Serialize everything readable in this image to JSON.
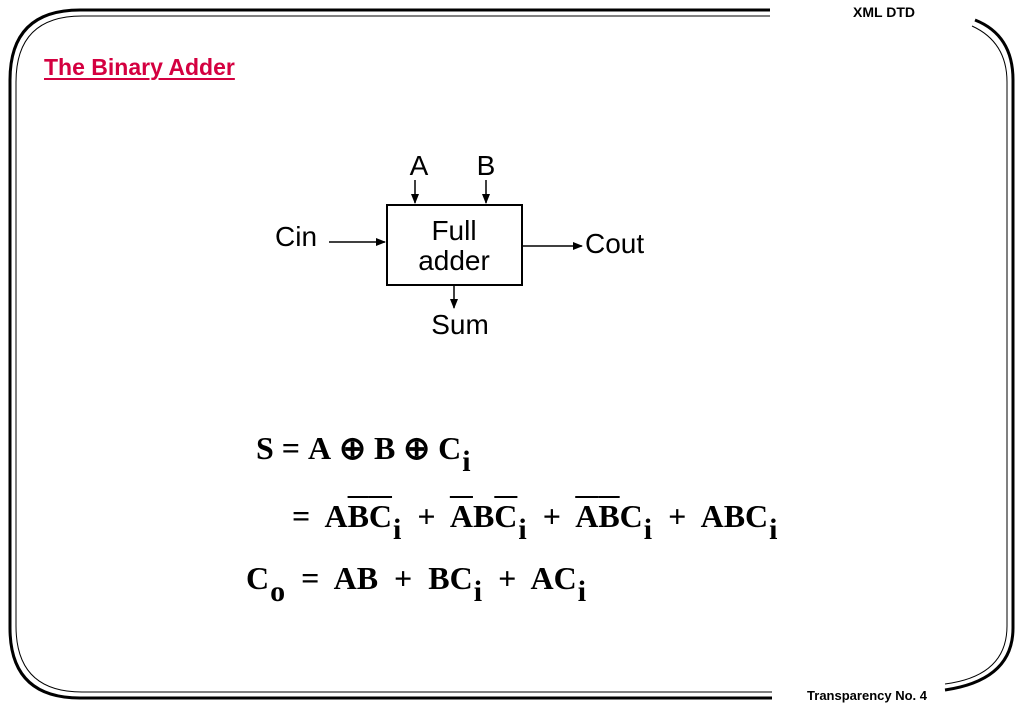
{
  "header": {
    "title": "XML DTD"
  },
  "footer": {
    "label": "Transparency No. 4"
  },
  "slide": {
    "title": "The Binary Adder"
  },
  "diagram": {
    "block_line1": "Full",
    "block_line2": "adder",
    "inputs": {
      "a": "A",
      "b": "B",
      "carry_in": "Cin"
    },
    "outputs": {
      "carry_out": "Cout",
      "sum": "Sum"
    }
  },
  "equations": {
    "line1": {
      "lhs": "S",
      "eq": "=",
      "a": "A",
      "xor1": "⊕",
      "b": "B",
      "xor2": "⊕",
      "c": "C",
      "c_sub": "i"
    },
    "line2": {
      "eq": "=",
      "t1": {
        "a": "A",
        "b": "B",
        "c": "C",
        "sub": "i"
      },
      "plus1": "+",
      "t2": {
        "a": "A",
        "b": "B",
        "c": "C",
        "sub": "i"
      },
      "plus2": "+",
      "t3": {
        "a": "A",
        "b": "B",
        "c": "C",
        "sub": "i"
      },
      "plus3": "+",
      "t4": {
        "a": "A",
        "b": "B",
        "c": "C",
        "sub": "i"
      }
    },
    "line3": {
      "lhs": "C",
      "lhs_sub": "o",
      "eq": "=",
      "t1": "AB",
      "plus1": "+",
      "t2": "BC",
      "t2_sub": "i",
      "plus2": "+",
      "t3": "AC",
      "t3_sub": "i"
    }
  }
}
